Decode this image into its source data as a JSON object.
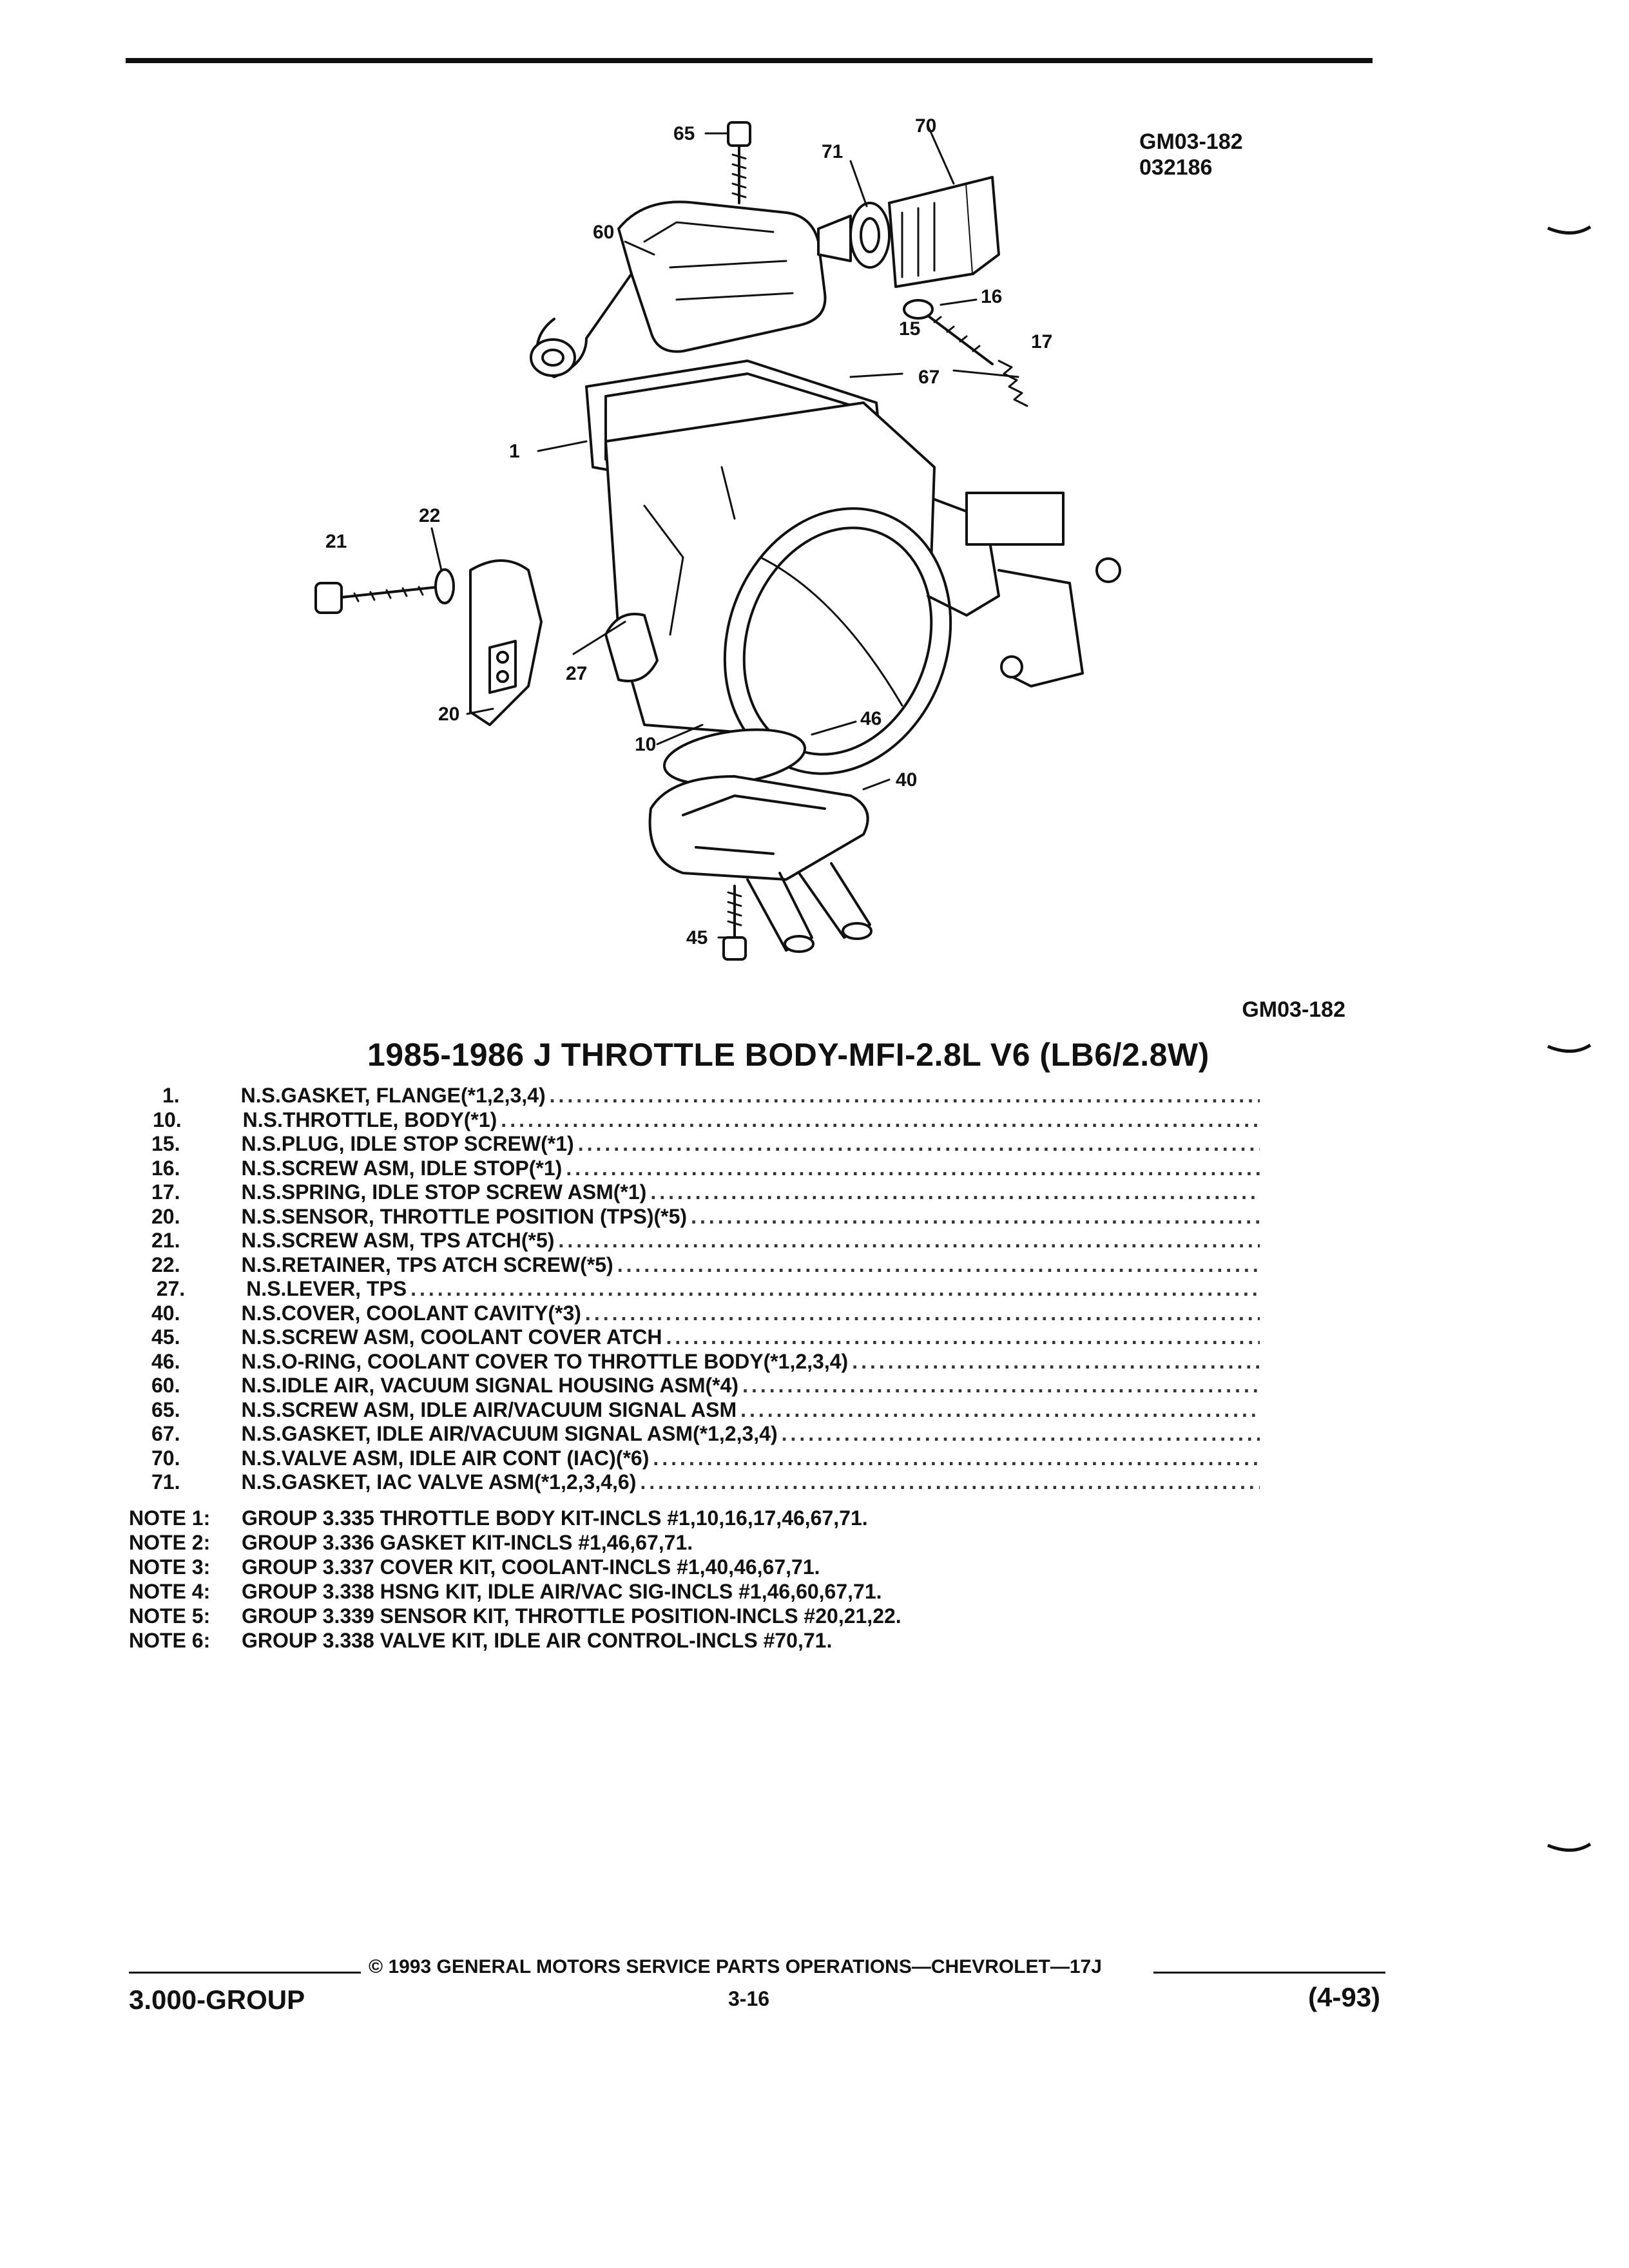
{
  "figure": {
    "id": "GM03-182",
    "date_code": "032186"
  },
  "callouts": [
    "65",
    "70",
    "71",
    "60",
    "16",
    "15",
    "17",
    "67",
    "1",
    "22",
    "21",
    "27",
    "20",
    "10",
    "46",
    "40",
    "45"
  ],
  "title": "1985-1986 J THROTTLE BODY-MFI-2.8L V6 (LB6/2.8W)",
  "parts": [
    {
      "num": "1.",
      "ns": "N.S.",
      "name": "GASKET",
      "desc": ", FLANGE(*1,2,3,4)"
    },
    {
      "num": "10.",
      "ns": "N.S.",
      "name": "THROTTLE",
      "desc": ", BODY(*1)"
    },
    {
      "num": "15.",
      "ns": "N.S.",
      "name": "PLUG",
      "desc": ", IDLE STOP SCREW(*1)"
    },
    {
      "num": "16.",
      "ns": "N.S.",
      "name": "SCREW ASM",
      "desc": ", IDLE STOP(*1)"
    },
    {
      "num": "17.",
      "ns": "N.S.",
      "name": "SPRING",
      "desc": ", IDLE STOP SCREW ASM(*1)"
    },
    {
      "num": "20.",
      "ns": "N.S.",
      "name": "SENSOR",
      "desc": ", THROTTLE POSITION (TPS)(*5)"
    },
    {
      "num": "21.",
      "ns": "N.S.",
      "name": "SCREW ASM",
      "desc": ", TPS ATCH(*5)"
    },
    {
      "num": "22.",
      "ns": "N.S.",
      "name": "RETAINER",
      "desc": ", TPS ATCH SCREW(*5)"
    },
    {
      "num": "27.",
      "ns": "N.S.",
      "name": "LEVER",
      "desc": ", TPS"
    },
    {
      "num": "40.",
      "ns": "N.S.",
      "name": "COVER",
      "desc": ", COOLANT CAVITY(*3)"
    },
    {
      "num": "45.",
      "ns": "N.S.",
      "name": "SCREW ASM",
      "desc": ", COOLANT COVER ATCH"
    },
    {
      "num": "46.",
      "ns": "N.S.",
      "name": "O-RING",
      "desc": ", COOLANT COVER TO THROTTLE BODY(*1,2,3,4)"
    },
    {
      "num": "60.",
      "ns": "N.S.",
      "name": "IDLE AIR",
      "desc": ", VACUUM SIGNAL HOUSING ASM(*4)"
    },
    {
      "num": "65.",
      "ns": "N.S.",
      "name": "SCREW ASM",
      "desc": ", IDLE AIR/VACUUM SIGNAL ASM"
    },
    {
      "num": "67.",
      "ns": "N.S.",
      "name": "GASKET",
      "desc": ", IDLE AIR/VACUUM SIGNAL ASM(*1,2,3,4)"
    },
    {
      "num": "70.",
      "ns": "N.S.",
      "name": "VALVE ASM",
      "desc": ", IDLE AIR CONT (IAC)(*6)"
    },
    {
      "num": "71.",
      "ns": "N.S.",
      "name": "GASKET",
      "desc": ", IAC VALVE ASM(*1,2,3,4,6)"
    }
  ],
  "notes": [
    {
      "label": "NOTE 1:",
      "text": "GROUP 3.335 THROTTLE BODY KIT-INCLS #1,10,16,17,46,67,71."
    },
    {
      "label": "NOTE 2:",
      "text": "GROUP 3.336 GASKET KIT-INCLS #1,46,67,71."
    },
    {
      "label": "NOTE 3:",
      "text": "GROUP 3.337 COVER KIT, COOLANT-INCLS #1,40,46,67,71."
    },
    {
      "label": "NOTE 4:",
      "text": "GROUP 3.338 HSNG KIT, IDLE AIR/VAC SIG-INCLS #1,46,60,67,71."
    },
    {
      "label": "NOTE 5:",
      "text": "GROUP 3.339 SENSOR KIT, THROTTLE POSITION-INCLS #20,21,22."
    },
    {
      "label": "NOTE 6:",
      "text": "GROUP 3.338 VALVE KIT, IDLE AIR CONTROL-INCLS #70,71."
    }
  ],
  "footer": {
    "copyright": "© 1993 GENERAL MOTORS SERVICE PARTS OPERATIONS—CHEVROLET—17J",
    "group": "3.000-GROUP",
    "page": "3-16",
    "date": "(4-93)"
  }
}
